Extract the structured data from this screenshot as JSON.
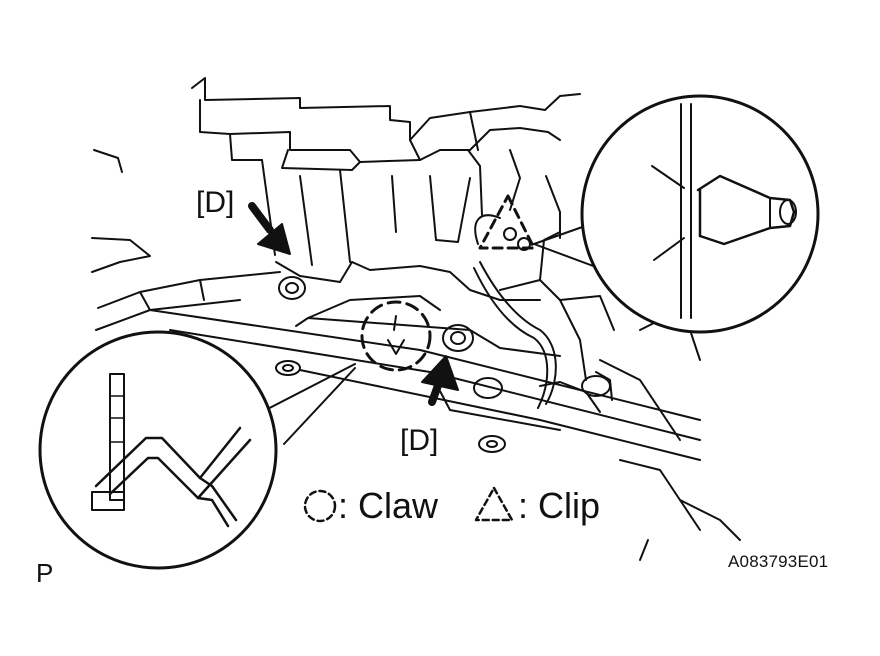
{
  "callouts": {
    "d_upper": "[D]",
    "d_lower": "[D]"
  },
  "legend": {
    "claw_label": ": Claw",
    "clip_label": ": Clip",
    "claw_symbol": "dashed-circle-icon",
    "clip_symbol": "dashed-triangle-icon"
  },
  "footer": {
    "page_marker": "P",
    "figure_id": "A083793E01"
  },
  "colors": {
    "ink": "#111111",
    "background": "#ffffff"
  }
}
